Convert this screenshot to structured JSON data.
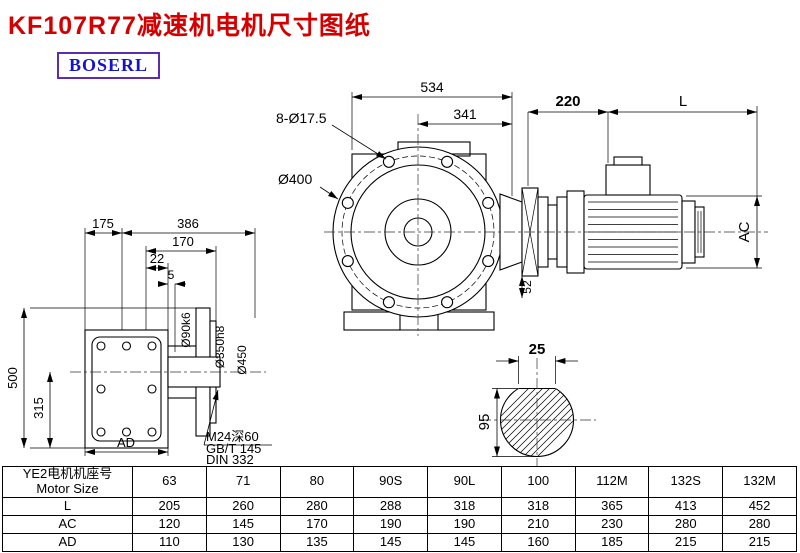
{
  "page": {
    "title": "KF107R77减速机电机尺寸图纸",
    "logo": "BOSERL"
  },
  "front_view": {
    "overall_width": "534",
    "inner_width": "341",
    "bolt_holes": "8-Ø17.5",
    "flange_dia": "Ø400",
    "adapter_len": "220",
    "motor_len": "L",
    "motor_dia": "AC",
    "shaft_dim": "52"
  },
  "side_view": {
    "dim_175": "175",
    "dim_386": "386",
    "dim_170": "170",
    "dim_22": "22",
    "dim_5": "5",
    "dim_500": "500",
    "dim_315": "315",
    "shaft_dia": "Ø90k6",
    "spigot_dia": "Ø350h8",
    "flange_dia": "Ø450",
    "dim_ad": "AD",
    "note_tap": "M24深60",
    "note_gb": "GB/T 145",
    "note_din": "DIN 332"
  },
  "shaft_section": {
    "key_width": "25",
    "shaft_dia": "95"
  },
  "table": {
    "header_cn": "YE2电机机座号",
    "header_en": "Motor Size",
    "sizes": [
      "63",
      "71",
      "80",
      "90S",
      "90L",
      "100",
      "112M",
      "132S",
      "132M"
    ],
    "rows": [
      {
        "label": "L",
        "values": [
          "205",
          "260",
          "280",
          "288",
          "318",
          "318",
          "365",
          "413",
          "452"
        ]
      },
      {
        "label": "AC",
        "values": [
          "120",
          "145",
          "170",
          "190",
          "190",
          "210",
          "230",
          "280",
          "280"
        ]
      },
      {
        "label": "AD",
        "values": [
          "110",
          "130",
          "135",
          "145",
          "145",
          "160",
          "185",
          "215",
          "215"
        ]
      }
    ]
  }
}
